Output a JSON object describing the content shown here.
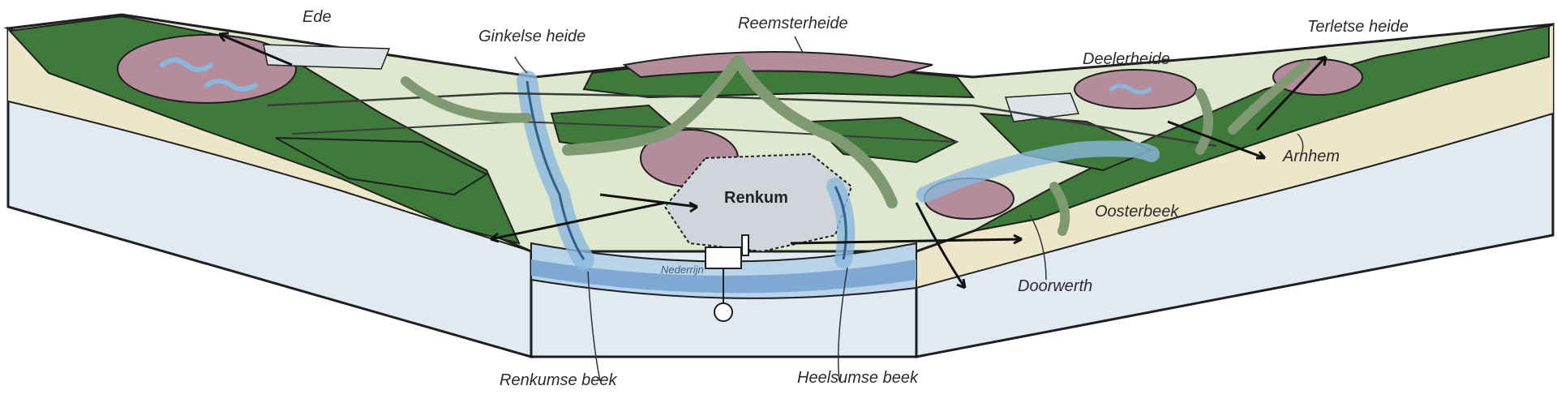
{
  "palette": {
    "forest": "#3f7a3b",
    "forest_dark": "#2c5a2a",
    "heath": "#b48c9c",
    "water": "#8ab8dc",
    "sand": "#eee6c9",
    "subsoil": "#e1eaf3",
    "corridor": "#7f9a72",
    "urban": "#cfd5da"
  },
  "labels": {
    "ede": "Ede",
    "ginkelse_heide": "Ginkelse heide",
    "reemsterheide": "Reemsterheide",
    "deelerheide": "Deelerheide",
    "terletse_heide": "Terletse heide",
    "arnhem": "Arnhem",
    "oosterbeek": "Oosterbeek",
    "doorwerth": "Doorwerth",
    "renkum": "Renkum",
    "nederrijn": "Nederrijn",
    "renkumse_beek": "Renkumse beek",
    "heelsumse_beek": "Heelsumse beek"
  }
}
